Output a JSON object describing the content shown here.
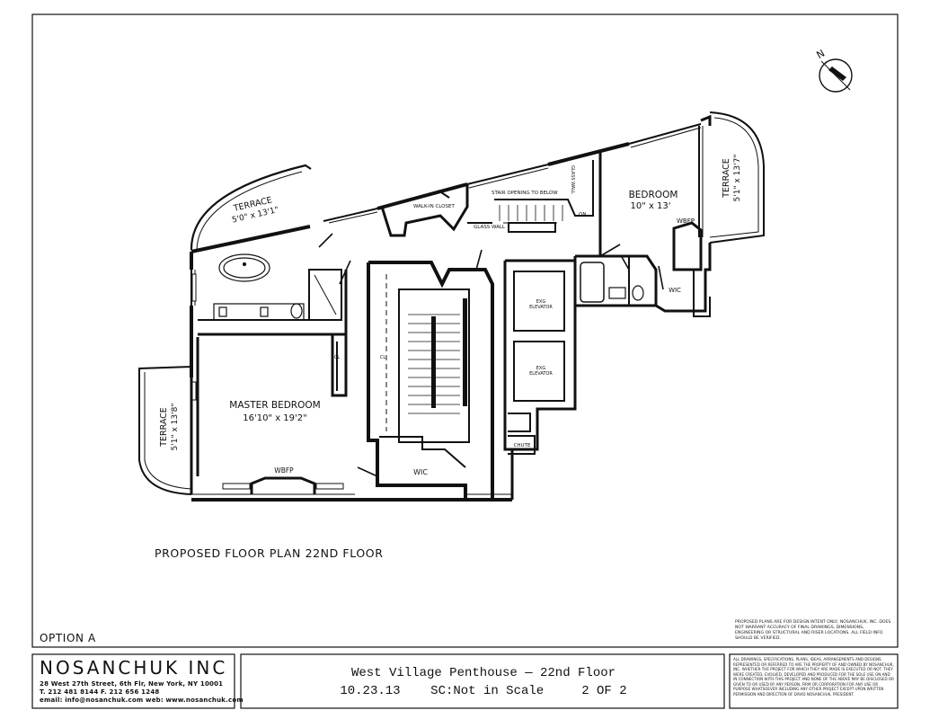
{
  "rooms": {
    "master_bedroom": {
      "name": "MASTER BEDROOM",
      "size": "16'10\" x 19'2\""
    },
    "bedroom": {
      "name": "BEDROOM",
      "size": "10\" x 13'"
    },
    "terrace_nw": {
      "name": "TERRACE",
      "size": "5'0\" x 13'1\""
    },
    "terrace_w": {
      "name": "TERRACE",
      "size": "5'1\" x 13'8\""
    },
    "terrace_e": {
      "name": "TERRACE",
      "size": "5'1\" x 13'7\""
    },
    "walk_in_closet": "WALK-IN CLOSET",
    "stair_opening": "STAIR OPENING TO BELOW",
    "glass_wall": "GLASS WALL",
    "glass_wall_vertical": "GLASS WALL",
    "on": "ON",
    "wbfp_bedroom": "WBFP",
    "wbfp_master": "WBFP",
    "wic_bedroom": "WIC",
    "wic_master": "WIC",
    "elevator_1": [
      "EXG",
      "ELEVATOR"
    ],
    "elevator_2": [
      "EXG",
      "ELEVATOR"
    ],
    "chute": "CHUTE",
    "cl_1": "CL",
    "cl_2": "CL"
  },
  "plan_title": "PROPOSED FLOOR PLAN 22ND FLOOR",
  "option": "OPTION A",
  "compass_label": "N",
  "disclaimer": "PROPOSED PLANS ARE FOR DESIGN INTENT ONLY, NOSANCHUK, INC. DOES NOT WARRANT ACCURACY OF FINAL DRAWINGS, DIMENSIONS, ENGINEERING OR STRUCTURAL AND RISER LOCATIONS. ALL FIELD INFO SHOULD BE VERIFIED.",
  "title_block": {
    "firm_name": "NOSANCHUK INC",
    "address": "28 West 27th Street, 6th Flr, New York, NY 10001",
    "phone": "T. 212 481 8144    F. 212 656 1248",
    "contact": "email: info@nosanchuk.com  web: www.nosanchuk.com",
    "project_title": "West Village Penthouse — 22nd Floor",
    "date": "10.23.13",
    "scale": "SC:Not in Scale",
    "sheet": "2 OF 2",
    "copyright": "ALL DRAWINGS, SPECIFICATIONS, PLANS, IDEAS, ARRANGEMENTS AND DESIGNS REPRESENTED OR REFERRED TO ARE THE PROPERTY OF AND OWNED BY NOSANCHUK, INC. WHETHER THE PROJECT FOR WHICH THEY ARE MADE IS EXECUTED OR NOT. THEY WERE CREATED, EVOLVED, DEVELOPED AND PRODUCED FOR THE SOLE USE ON AND IN CONNECTION WITH THIS PROJECT AND NONE OF THE ABOVE MAY BE DISCLOSED OR GIVEN TO OR USED BY ANY PERSON, FIRM OR CORPORATION FOR ANY USE OR PURPOSE WHATSOEVER INCLUDING ANY OTHER PROJECT EXCEPT UPON WRITTEN PERMISSION AND DIRECTION OF DAVID NOSANCHUK, PRESIDENT."
  }
}
